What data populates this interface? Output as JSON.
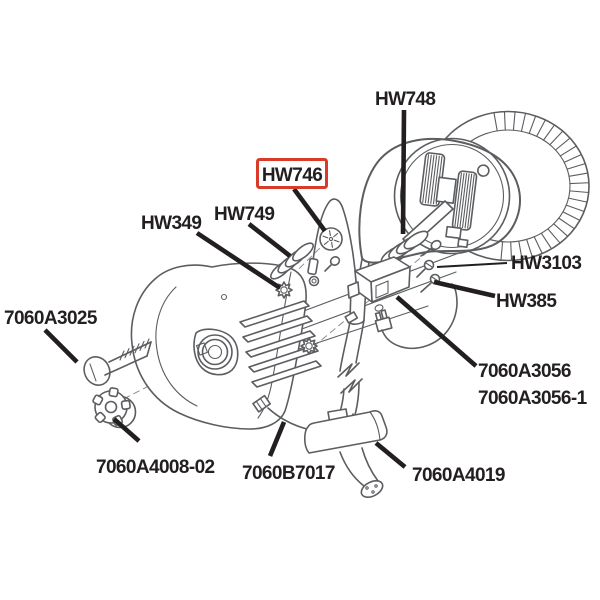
{
  "diagram": {
    "type": "exploded-parts-diagram",
    "highlighted_part": "HW746",
    "colors": {
      "background": "#ffffff",
      "line_art": "#5b5d60",
      "label_text": "#231f20",
      "highlight_red": "#d93b2b"
    }
  },
  "labels": [
    {
      "id": "hw748",
      "text": "HW748",
      "highlighted": false
    },
    {
      "id": "hw746",
      "text": "HW746",
      "highlighted": true
    },
    {
      "id": "hw749",
      "text": "HW749",
      "highlighted": false
    },
    {
      "id": "hw349",
      "text": "HW349",
      "highlighted": false
    },
    {
      "id": "hw3103",
      "text": "HW3103",
      "highlighted": false
    },
    {
      "id": "hw385",
      "text": "HW385",
      "highlighted": false
    },
    {
      "id": "7060a3025",
      "text": "7060A3025",
      "highlighted": false
    },
    {
      "id": "7060a3056",
      "text": "7060A3056",
      "highlighted": false
    },
    {
      "id": "7060a3056-1",
      "text": "7060A3056-1",
      "highlighted": false
    },
    {
      "id": "7060a4008-02",
      "text": "7060A4008-02",
      "highlighted": false
    },
    {
      "id": "7060b7017",
      "text": "7060B7017",
      "highlighted": false
    },
    {
      "id": "7060a4019",
      "text": "7060A4019",
      "highlighted": false
    }
  ]
}
